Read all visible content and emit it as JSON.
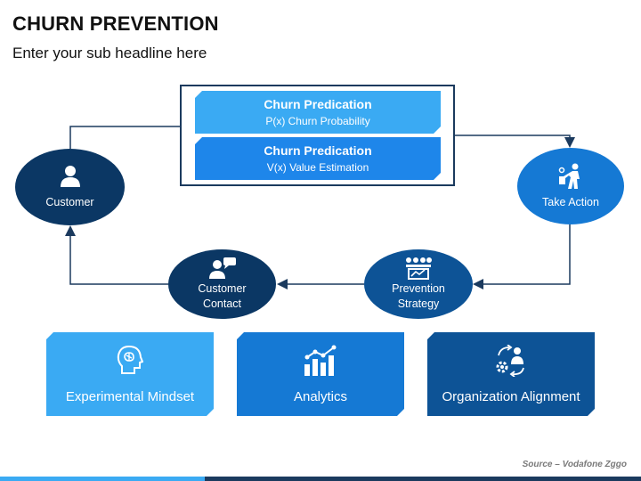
{
  "header": {
    "title": "CHURN PREVENTION",
    "subtitle": "Enter your sub headline here"
  },
  "predictions": [
    {
      "heading": "Churn Predication",
      "detail": "P(x) Churn Probability"
    },
    {
      "heading": "Churn Predication",
      "detail": "V(x) Value Estimation"
    }
  ],
  "nodes": {
    "customer": "Customer",
    "take_action": "Take Action",
    "customer_contact": [
      "Customer",
      "Contact"
    ],
    "prevention_strategy": [
      "Prevention",
      "Strategy"
    ]
  },
  "cards": [
    {
      "label": "Experimental Mindset",
      "icon": "brain-head-icon"
    },
    {
      "label": "Analytics",
      "icon": "bar-chart-icon"
    },
    {
      "label": "Organization Alignment",
      "icon": "person-gear-cycle-icon"
    }
  ],
  "source": "Source – Vodafone Zggo",
  "colors": {
    "navy": "#0b3764",
    "light_blue": "#3aaaf3",
    "mid_blue": "#1579d4",
    "deep_blue": "#0d5396",
    "frame": "#1b3a5e"
  }
}
